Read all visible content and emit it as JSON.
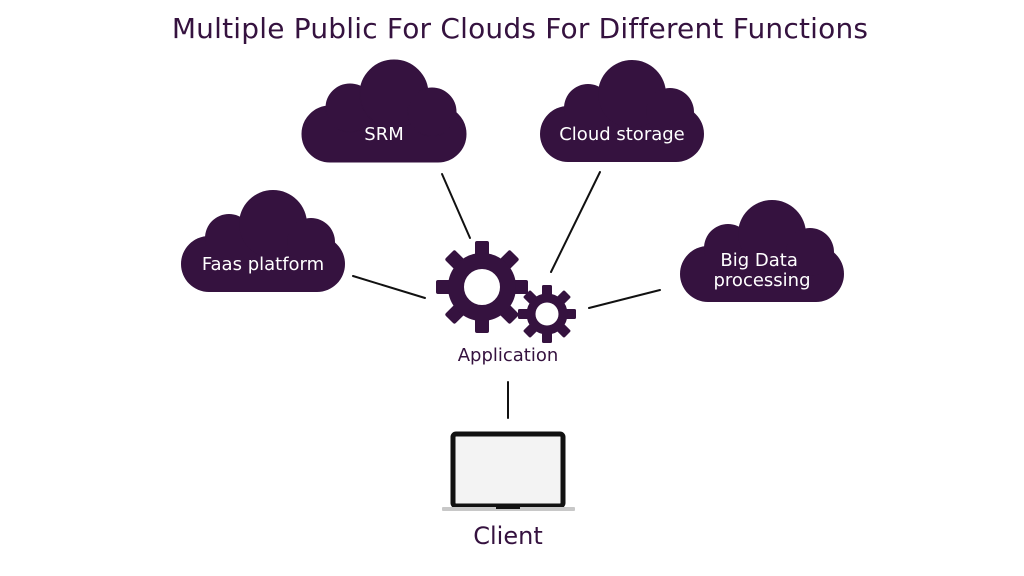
{
  "title": "Multiple Public For Clouds For Different Functions",
  "colors": {
    "brand": "#35123f",
    "line": "#111111",
    "background": "#ffffff",
    "screen": "#f3f3f3",
    "laptop_frame": "#111111",
    "laptop_base": "#c8c8c8"
  },
  "clouds": {
    "srm": {
      "label": "SRM",
      "icon": "cloud-icon"
    },
    "storage": {
      "label": "Cloud storage",
      "icon": "cloud-icon"
    },
    "faas": {
      "label": "Faas platform",
      "icon": "cloud-icon"
    },
    "bigdata": {
      "line1": "Big Data",
      "line2": "processing",
      "icon": "cloud-icon"
    }
  },
  "application": {
    "label": "Application",
    "icon": "gears-icon"
  },
  "client": {
    "label": "Client",
    "icon": "laptop-icon"
  }
}
